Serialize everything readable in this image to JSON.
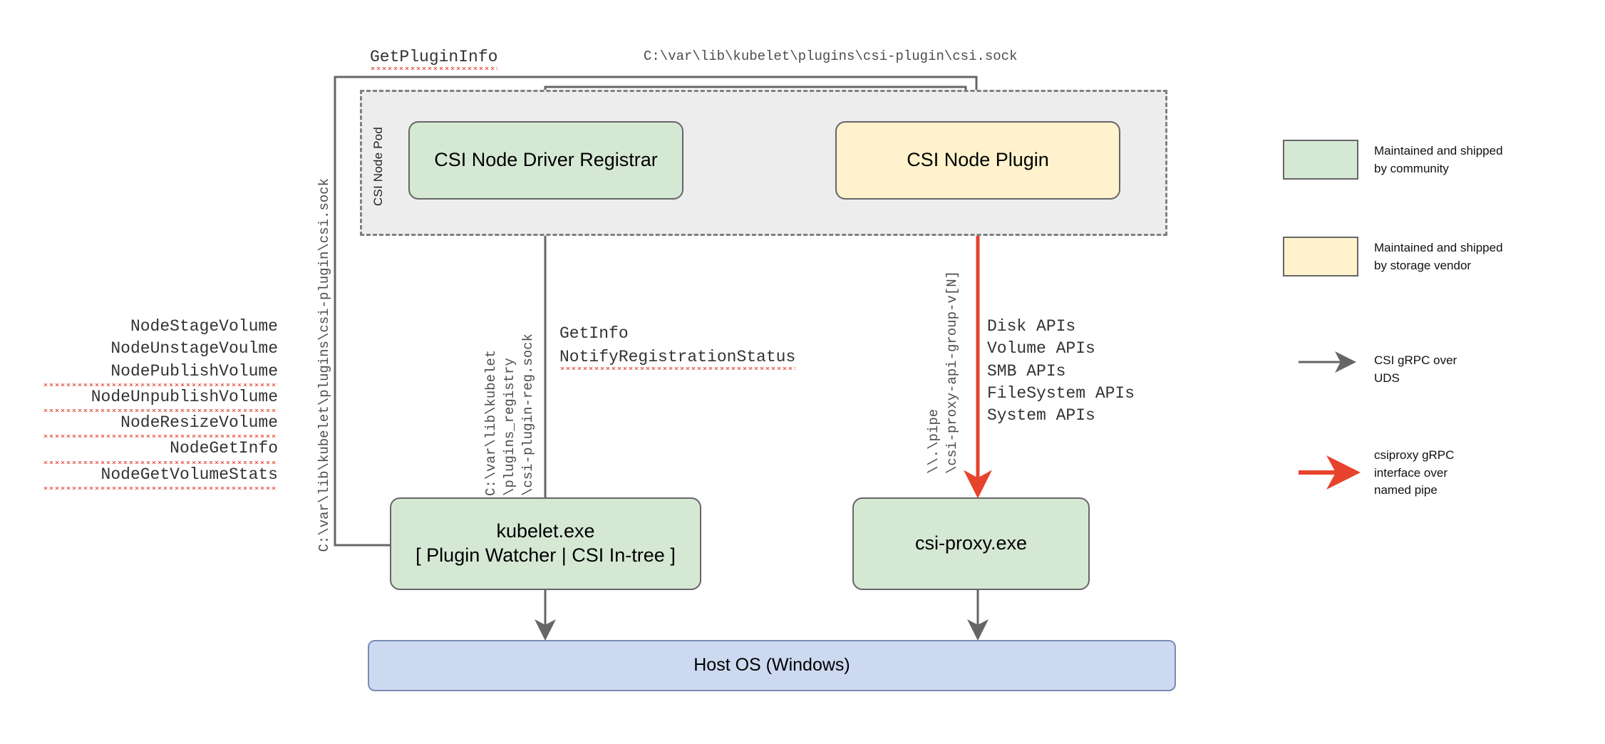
{
  "diagram": {
    "title_labels": {
      "get_plugin_info": "GetPluginInfo",
      "csi_sock_path_top": "C:\\var\\lib\\kubelet\\plugins\\csi-plugin\\csi.sock",
      "csi_sock_path_vertical": "C:\\var\\lib\\kubelet\\plugins\\csi-plugin\\csi.sock",
      "get_info": "GetInfo",
      "notify_registration_status": "NotifyRegistrationStatus"
    },
    "pod": {
      "label": "CSI Node Pod"
    },
    "nodes": {
      "registrar": "CSI Node Driver Registrar",
      "node_plugin": "CSI Node Plugin",
      "kubelet_line1": "kubelet.exe",
      "kubelet_line2": "[ Plugin Watcher | CSI In-tree ]",
      "csi_proxy": "csi-proxy.exe",
      "host_os": "Host OS (Windows)"
    },
    "node_api_list": [
      "NodeStageVolume",
      "NodeUnstageVoulme",
      "NodePublishVolume",
      "NodeUnpublishVolume",
      "NodeResizeVolume",
      "NodeGetInfo",
      "NodeGetVolumeStats"
    ],
    "csi_proxy_api_list": [
      "Disk APIs",
      "Volume APIs",
      "SMB APIs",
      "FileSystem APIs",
      "System APIs"
    ],
    "registry_path_lines": [
      "C:\\var\\lib\\kubelet",
      "\\plugins_registry",
      "\\csi-plugin-reg.sock"
    ],
    "named_pipe_lines": [
      "\\\\.\\pipe",
      "\\csi-proxy-api-group-v[N]"
    ],
    "legend": [
      {
        "kind": "swatch",
        "color": "#d5e8d4",
        "text": "Maintained and shipped\nby community"
      },
      {
        "kind": "swatch",
        "color": "#fff2cc",
        "text": "Maintained and shipped\nby storage vendor"
      },
      {
        "kind": "arrow",
        "color": "#666666",
        "text": "CSI gRPC over\nUDS"
      },
      {
        "kind": "arrow",
        "color": "#e8432c",
        "text": "csiproxy gRPC\ninterface over\nnamed pipe"
      }
    ],
    "colors": {
      "community_green": "#d5e8d4",
      "vendor_yellow": "#fff2cc",
      "host_blue": "#ccd9f0",
      "pod_gray": "#ededed",
      "edge_gray": "#666666",
      "edge_red": "#e8432c",
      "spell_underline": "#e05c4e"
    }
  }
}
